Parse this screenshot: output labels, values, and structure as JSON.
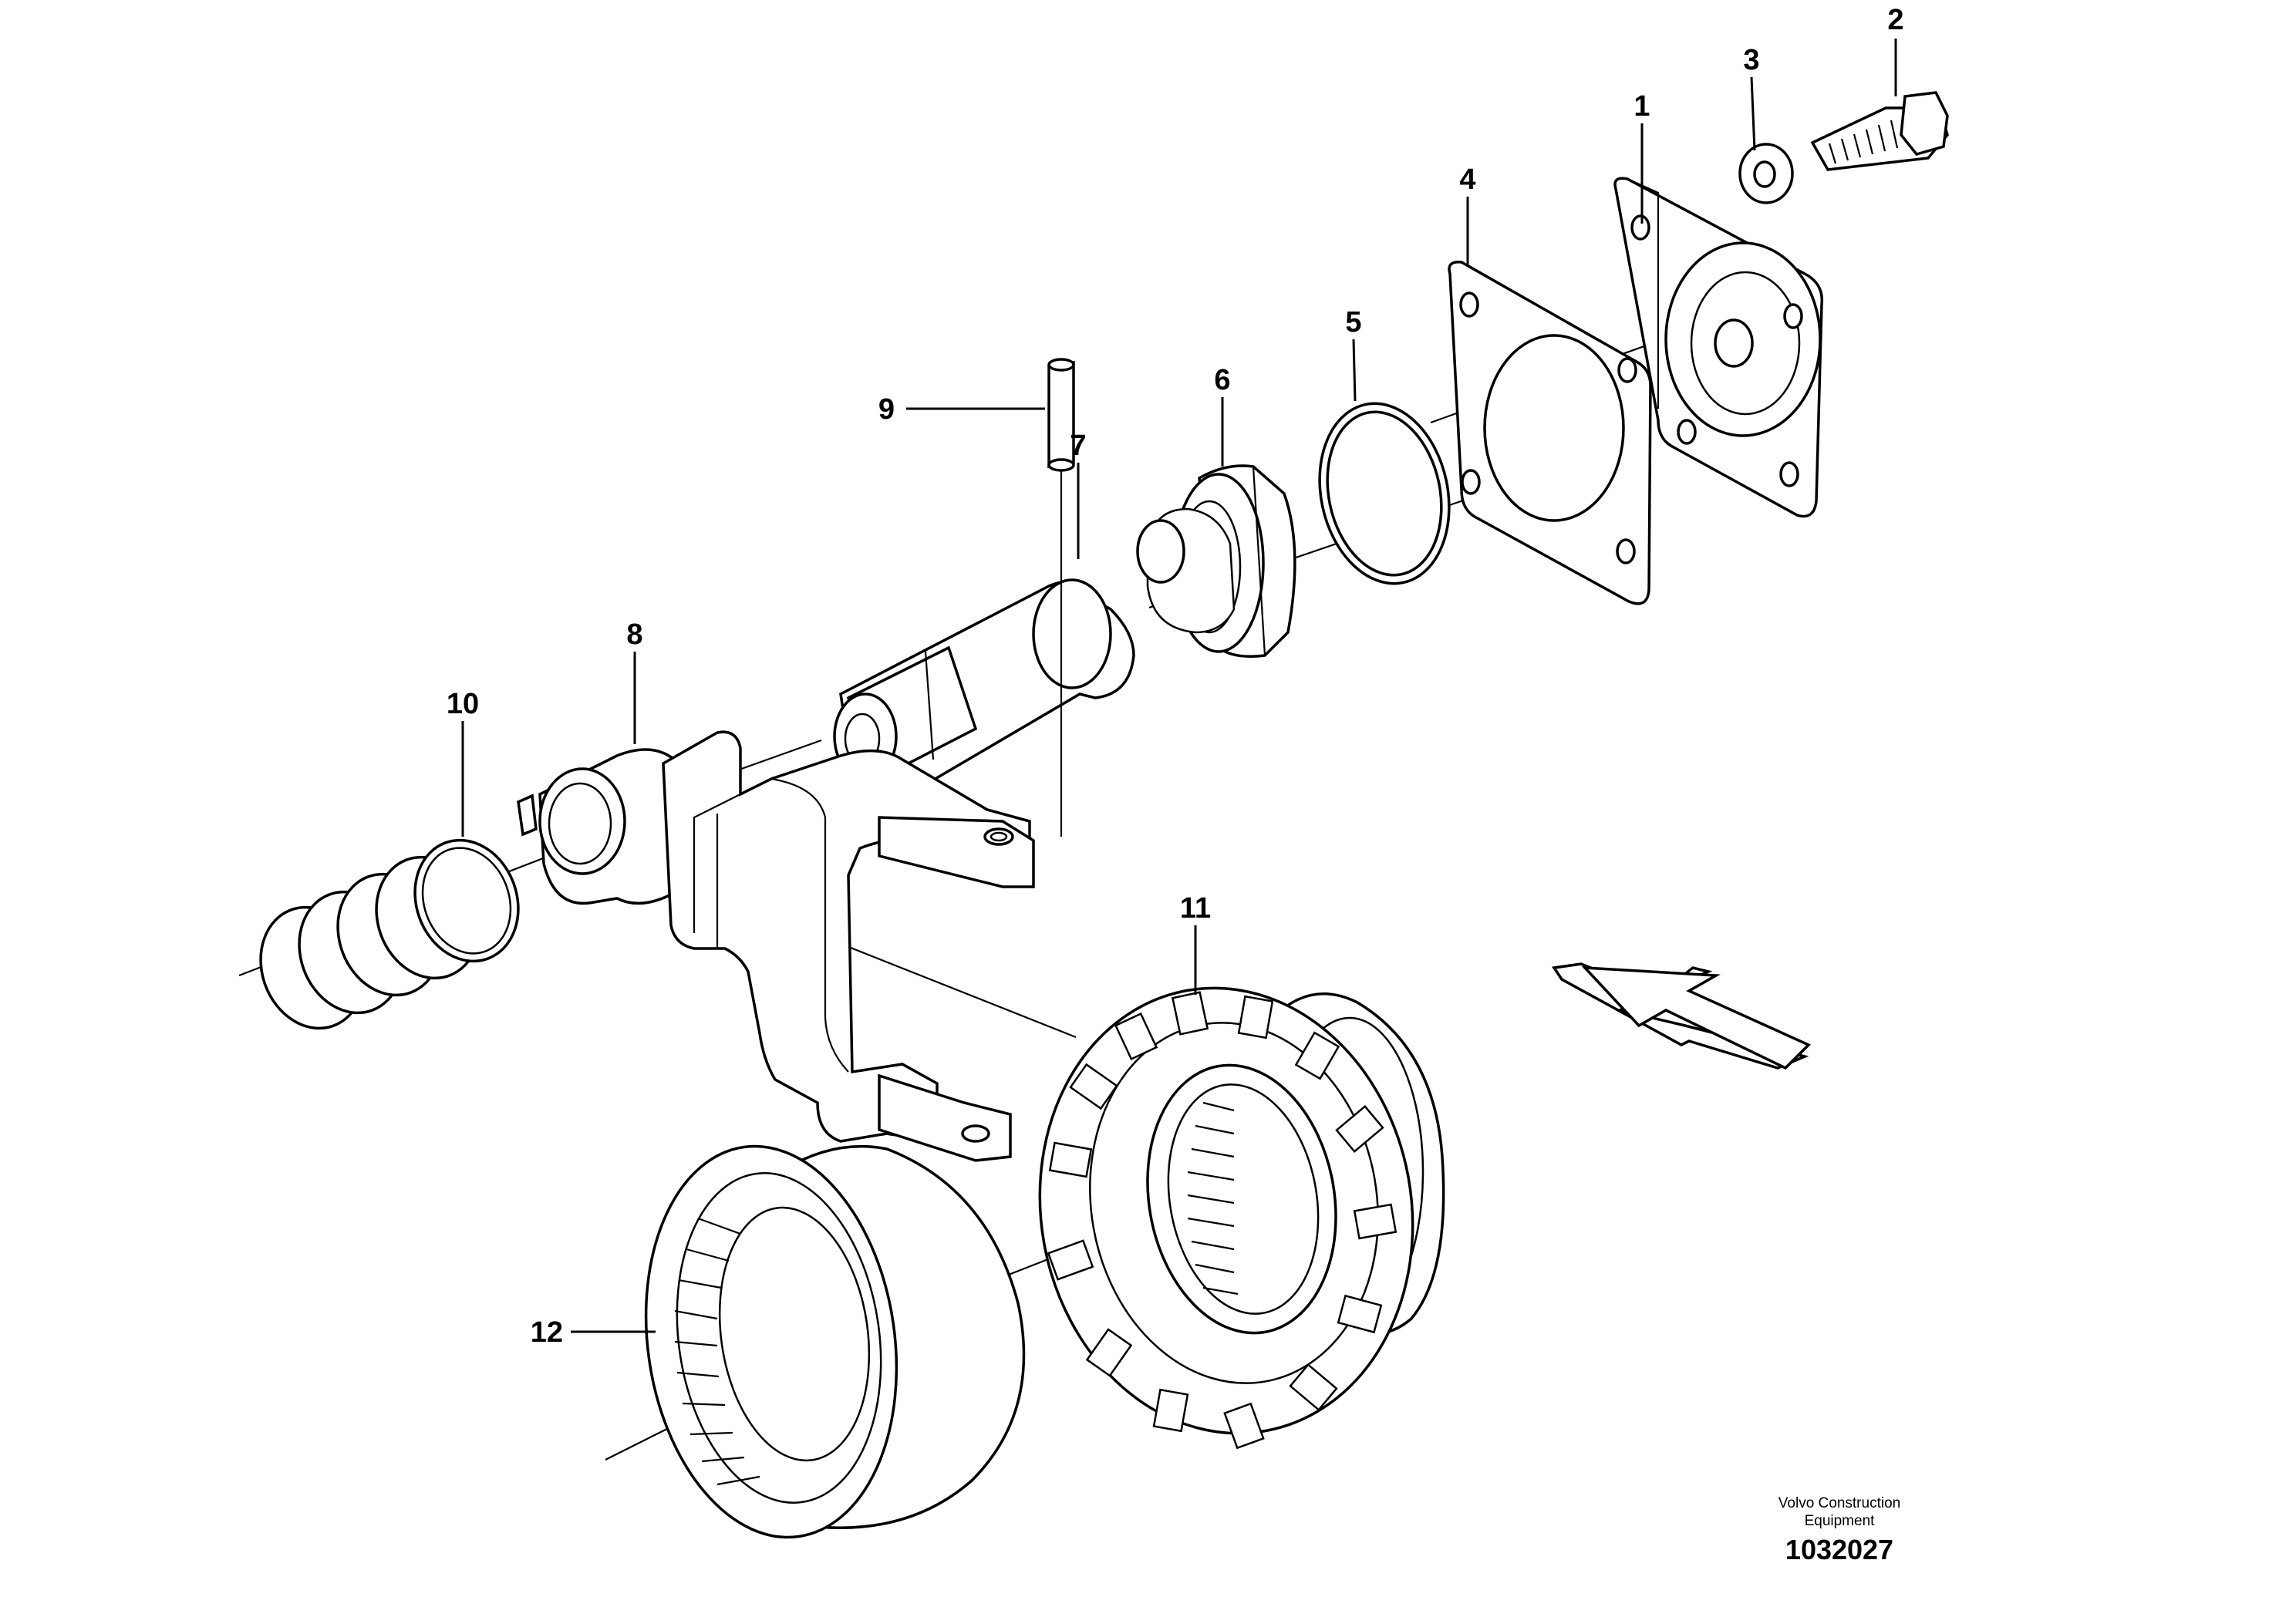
{
  "callouts": [
    {
      "id": "1",
      "label": "1"
    },
    {
      "id": "2",
      "label": "2"
    },
    {
      "id": "3",
      "label": "3"
    },
    {
      "id": "4",
      "label": "4"
    },
    {
      "id": "5",
      "label": "5"
    },
    {
      "id": "6",
      "label": "6"
    },
    {
      "id": "7",
      "label": "7"
    },
    {
      "id": "8",
      "label": "8"
    },
    {
      "id": "9",
      "label": "9"
    },
    {
      "id": "10",
      "label": "10"
    },
    {
      "id": "11",
      "label": "11"
    },
    {
      "id": "12",
      "label": "12"
    }
  ],
  "credit": {
    "line1": "Volvo Construction",
    "line2": "Equipment",
    "number": "1032027"
  },
  "icons": {
    "direction_arrow": "direction-arrow-icon"
  }
}
